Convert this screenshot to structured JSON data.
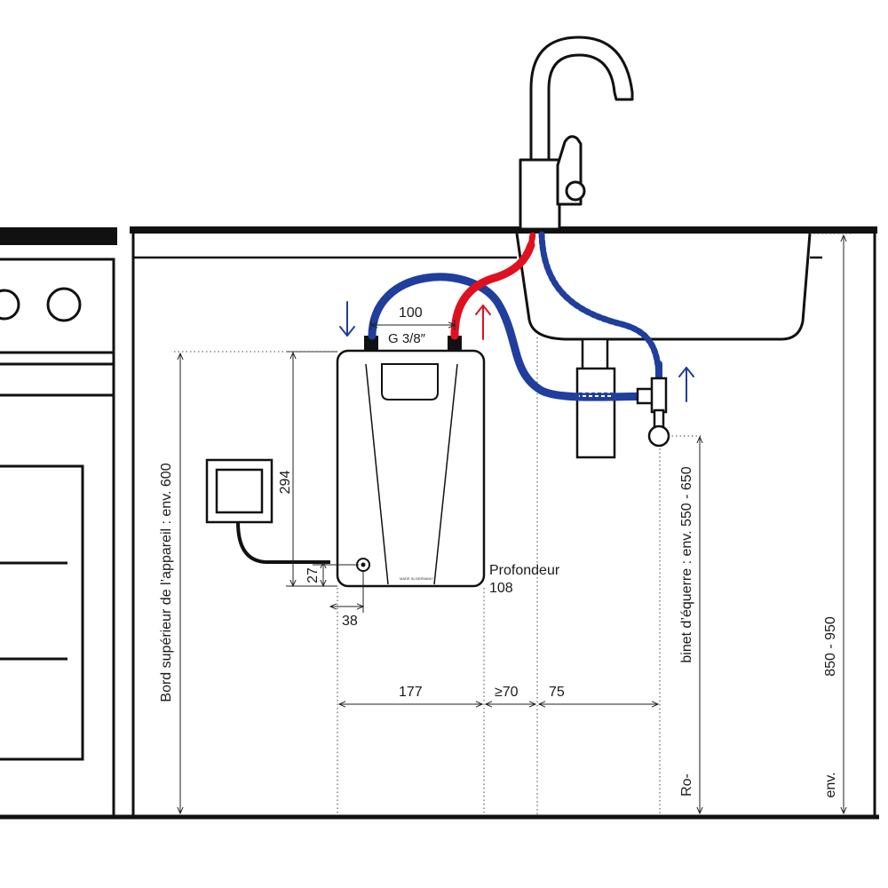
{
  "diagram": {
    "labels": {
      "connection_spacing": "100",
      "thread": "G 3/8″",
      "height": "294",
      "offset_vertical": "27",
      "offset_horizontal": "38",
      "depth_label": "Profondeur",
      "depth_value": "108",
      "dist_177": "177",
      "dist_70": "≥70",
      "dist_75": "75",
      "top_edge": "Bord supérieur de l’appareil : env. 600",
      "angle_valve_line1": "binet d’équerre : env. 550 - 650",
      "angle_valve_line2": "Ro-",
      "counter_height_value": "850 - 950",
      "counter_height_prefix": "env."
    },
    "colors": {
      "cold": "#1f3e9e",
      "hot": "#e01020",
      "outline": "#111111"
    },
    "device_marking": "MADE IN GERMANY"
  }
}
